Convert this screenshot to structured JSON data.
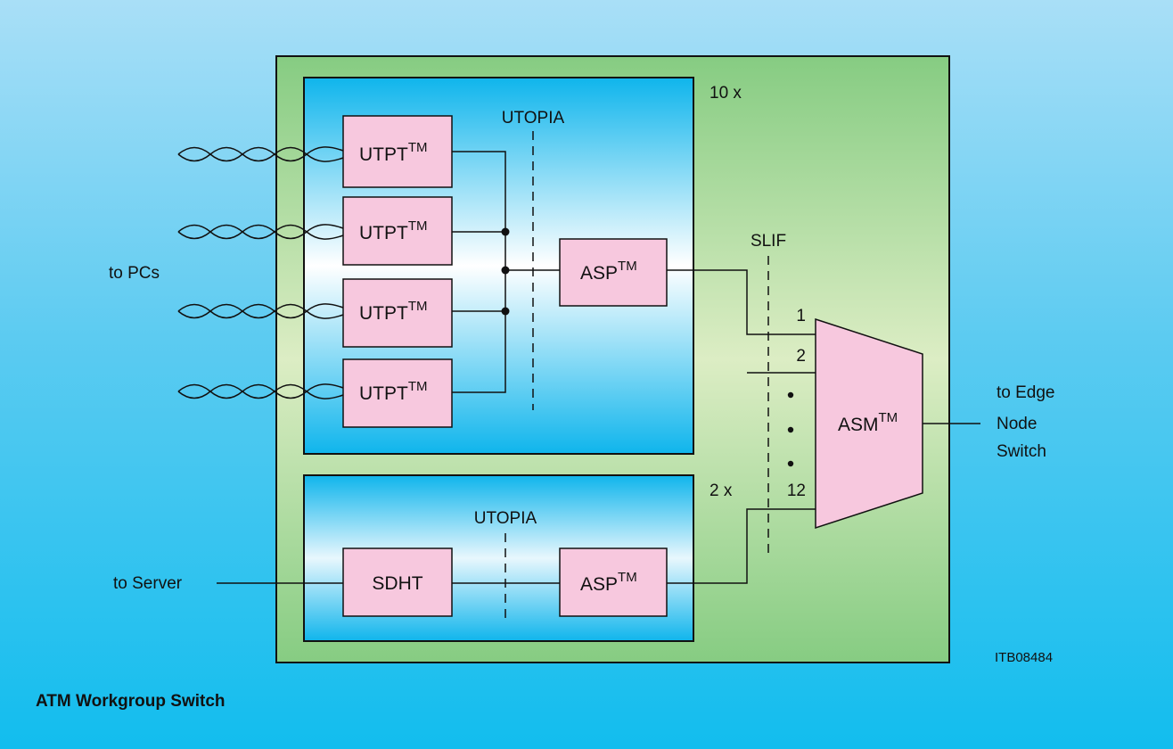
{
  "figure_title": "ATM Workgroup Switch",
  "figure_id": "ITB08484",
  "multipliers": {
    "top": "10 x",
    "bottom": "2 x"
  },
  "bus_labels": {
    "utopia_top": "UTOPIA",
    "utopia_bottom": "UTOPIA",
    "slif": "SLIF"
  },
  "tm": "TM",
  "blocks": {
    "utpt": [
      "UTPT",
      "UTPT",
      "UTPT",
      "UTPT"
    ],
    "asp_top": "ASP",
    "asp_bottom": "ASP",
    "sdht": "SDHT",
    "asm": "ASM"
  },
  "ports": [
    "1",
    "2",
    "12"
  ],
  "external": {
    "pcs": "to PCs",
    "server": "to Server",
    "edge": [
      "to Edge",
      "Node",
      "Switch"
    ]
  },
  "colors": {
    "outer_box": "#8fcf8a",
    "outer_box_center": "#d9ecc2",
    "inner_box": "#13b7ec",
    "chip_fill": "#f7c8de",
    "line": "#111111"
  }
}
